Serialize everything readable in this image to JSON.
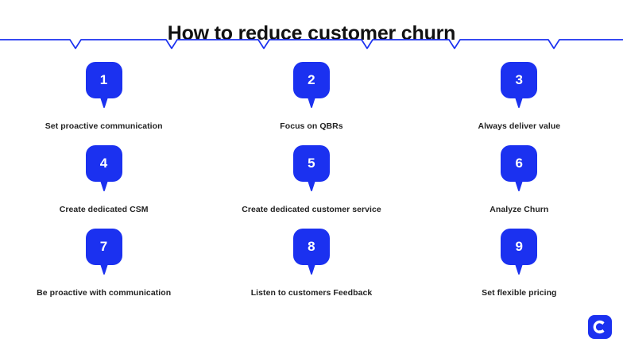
{
  "page": {
    "title": "How to reduce customer churn",
    "background_color": "#FFFFFF",
    "accent_color": "#1B31F0",
    "text_color": "#232323",
    "title_color": "#121212"
  },
  "divider": {
    "icon": "notched-rule",
    "color": "#1B31F0",
    "notch_positions": [
      95,
      216,
      332,
      462,
      572,
      697
    ]
  },
  "steps": [
    {
      "number": "1",
      "label": "Set proactive communication"
    },
    {
      "number": "2",
      "label": "Focus on QBRs"
    },
    {
      "number": "3",
      "label": "Always deliver value"
    },
    {
      "number": "4",
      "label": "Create dedicated CSM"
    },
    {
      "number": "5",
      "label": "Create dedicated customer service"
    },
    {
      "number": "6",
      "label": "Analyze Churn"
    },
    {
      "number": "7",
      "label": "Be proactive with communication"
    },
    {
      "number": "8",
      "label": "Listen to customers Feedback"
    },
    {
      "number": "9",
      "label": "Set flexible pricing"
    }
  ],
  "logo": {
    "icon": "letter-c-logo",
    "color": "#1B31F0"
  }
}
